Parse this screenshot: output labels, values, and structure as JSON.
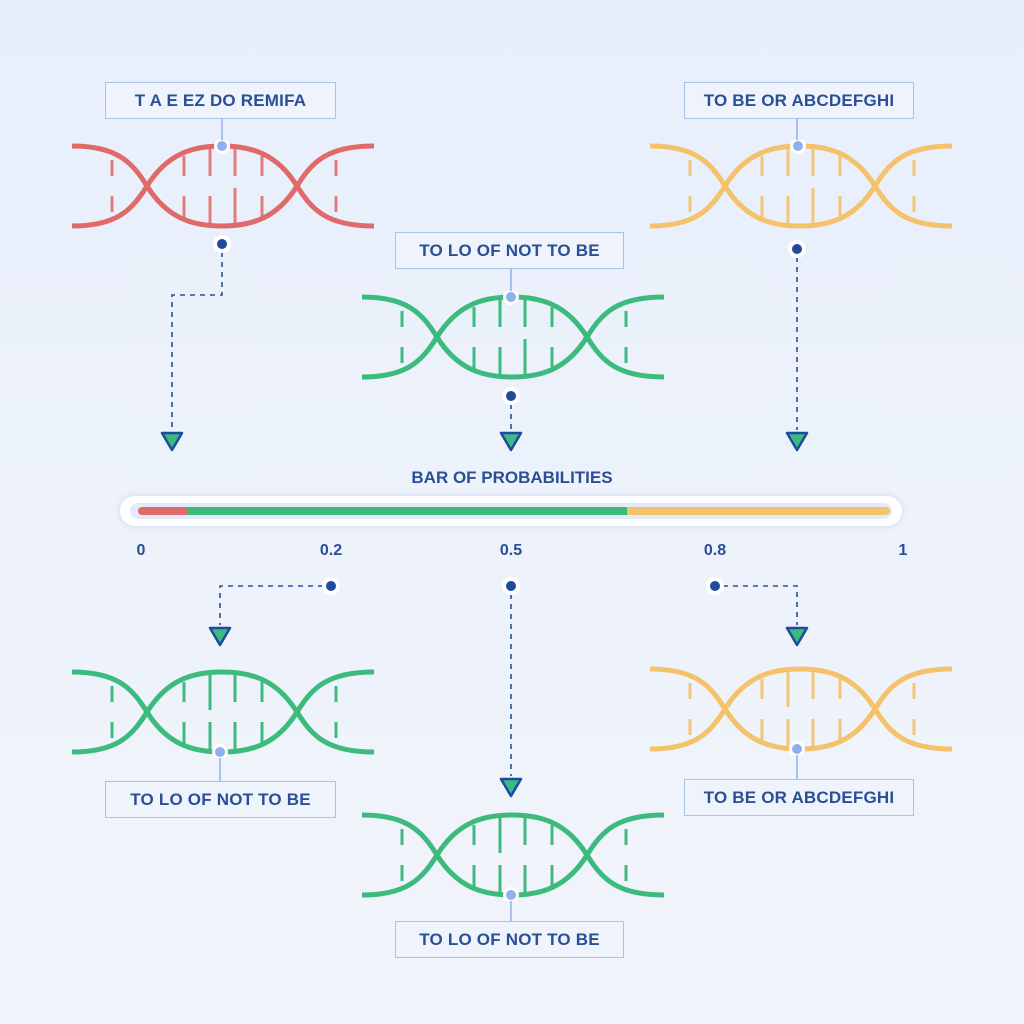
{
  "diagram": {
    "title": "BAR OF PROBABILITIES",
    "colors": {
      "red": "#e06a6a",
      "green": "#3dbb7f",
      "yellow": "#f3c26b",
      "label_text": "#2b4f96",
      "label_border": "#a9c2ec",
      "connector": "#2b4f96",
      "dot": "#1f4a9e",
      "anchor_dot": "#8fb0ee"
    },
    "top_strands": [
      {
        "id": "top-left",
        "color": "red",
        "label": "T A E EZ DO REMIFA"
      },
      {
        "id": "top-middle",
        "color": "green",
        "label": "TO LO OF NOT TO BE"
      },
      {
        "id": "top-right",
        "color": "yellow",
        "label": "TO BE OR ABCDEFGHI"
      }
    ],
    "bottom_strands": [
      {
        "id": "bottom-left",
        "color": "green",
        "label": "TO LO OF NOT TO BE"
      },
      {
        "id": "bottom-middle",
        "color": "green",
        "label": "TO LO OF NOT TO BE"
      },
      {
        "id": "bottom-right",
        "color": "yellow",
        "label": "TO BE OR ABCDEFGHI"
      }
    ],
    "probability_bar": {
      "segments": [
        {
          "color": "red",
          "from": 0.0,
          "to": 0.066
        },
        {
          "color": "green",
          "from": 0.066,
          "to": 0.65
        },
        {
          "color": "yellow",
          "from": 0.65,
          "to": 1.0
        }
      ],
      "ticks": [
        "0",
        "0.2",
        "0.5",
        "0.8",
        "1"
      ]
    }
  }
}
